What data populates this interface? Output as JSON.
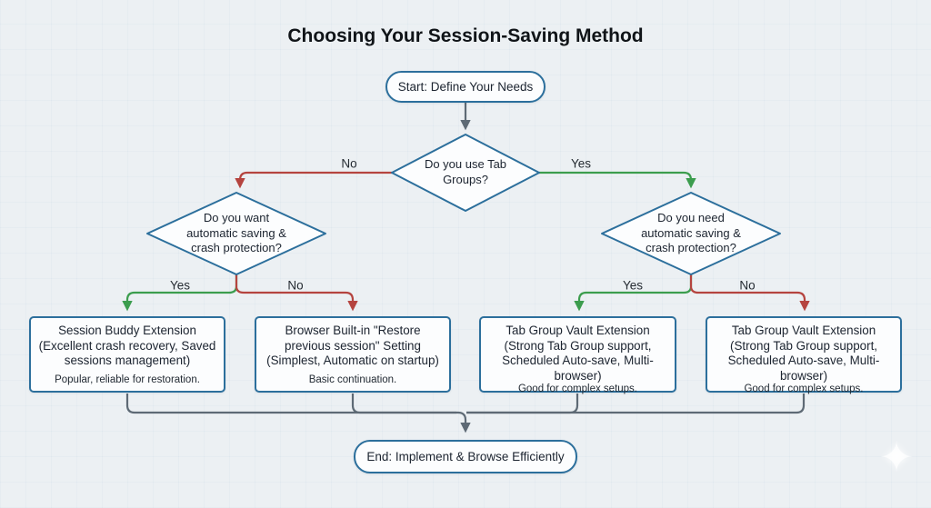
{
  "title": "Choosing Your Session-Saving Method",
  "nodes": {
    "start": {
      "label": "Start: Define Your Needs"
    },
    "tab_groups": {
      "label": "Do you use Tab Groups?"
    },
    "want_auto": {
      "label": "Do you want automatic saving & crash protection?"
    },
    "need_auto": {
      "label": "Do you need automatic saving & crash protection?"
    },
    "session_buddy": {
      "label": "Session Buddy Extension (Excellent crash recovery, Saved sessions management)",
      "note": "Popular, reliable for restoration."
    },
    "builtin_restore": {
      "label": "Browser Built-in \"Restore previous session\" Setting (Simplest, Automatic on startup)",
      "note": "Basic continuation."
    },
    "vault_yes": {
      "label": "Tab Group Vault Extension (Strong Tab Group support, Scheduled Auto-save, Multi-browser)",
      "note": "Good for complex setups."
    },
    "vault_no": {
      "label": "Tab Group Vault Extension (Strong Tab Group support, Scheduled Auto-save, Multi-browser)",
      "note": "Good for complex setups."
    },
    "end": {
      "label": "End: Implement & Browse Efficiently"
    }
  },
  "edge_labels": {
    "tab_groups_no": "No",
    "tab_groups_yes": "Yes",
    "want_yes": "Yes",
    "want_no": "No",
    "need_yes": "Yes",
    "need_no": "No"
  },
  "icons": {
    "sparkle": "✦"
  },
  "colors": {
    "background": "#ecf0f3",
    "node_border_blue": "#2c6f9c",
    "node_fill": "#fcfdfe",
    "yes_green": "#3c9d4e",
    "no_red": "#b5443f",
    "connector_gray": "#5e6a75",
    "text": "#1c2430"
  }
}
